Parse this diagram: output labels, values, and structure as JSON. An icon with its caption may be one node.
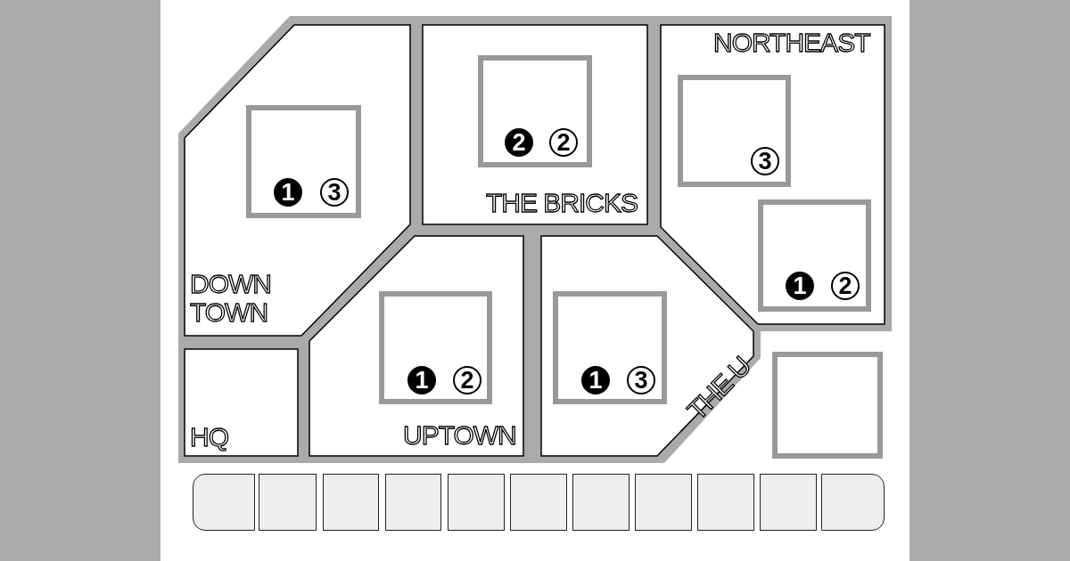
{
  "diagram": {
    "nodes": [
      {
        "text": [
          "DOWN TOWN"
        ]
      },
      {
        "text": [],
        "shape": "box",
        "in": 0
      },
      {
        "text": [
          "1"
        ],
        "in": 1
      },
      {
        "text": [
          "3"
        ],
        "in": 1
      },
      {
        "text": [
          "THE BRICKS"
        ]
      },
      {
        "text": [],
        "shape": "box",
        "in": 4
      },
      {
        "text": [
          "2"
        ],
        "in": 5
      },
      {
        "text": [
          "2"
        ],
        "in": 5
      },
      {
        "text": [
          "NORTHEAST"
        ]
      },
      {
        "text": [],
        "shape": "box",
        "in": 8
      },
      {
        "text": [
          "3"
        ],
        "in": 9
      },
      {
        "text": [],
        "shape": "box",
        "in": 8
      },
      {
        "text": [
          "1"
        ],
        "in": 11
      },
      {
        "text": [
          "2"
        ],
        "in": 11
      },
      {
        "text": [
          "HQ"
        ]
      },
      {
        "text": [
          "UPTOWN"
        ]
      },
      {
        "text": [],
        "shape": "box",
        "in": 15
      },
      {
        "text": [
          "1"
        ],
        "in": 16
      },
      {
        "text": [
          "2"
        ],
        "in": 16
      },
      {
        "text": [
          "THE U"
        ]
      },
      {
        "text": [],
        "shape": "box",
        "in": 19
      },
      {
        "text": [
          "1"
        ],
        "in": 20
      },
      {
        "text": [
          "3"
        ],
        "in": 20
      },
      {
        "text": [],
        "shape": "box"
      },
      {
        "text": [],
        "shape": "box"
      },
      {
        "text": [],
        "shape": "box"
      },
      {
        "text": [],
        "shape": "box"
      },
      {
        "text": [],
        "shape": "box"
      },
      {
        "text": [],
        "shape": "box"
      },
      {
        "text": [],
        "shape": "box"
      },
      {
        "text": [],
        "shape": "box"
      },
      {
        "text": [],
        "shape": "box"
      },
      {
        "text": [],
        "shape": "box"
      },
      {
        "text": [],
        "shape": "box"
      },
      {
        "text": [],
        "shape": "box"
      }
    ],
    "edges": []
  }
}
